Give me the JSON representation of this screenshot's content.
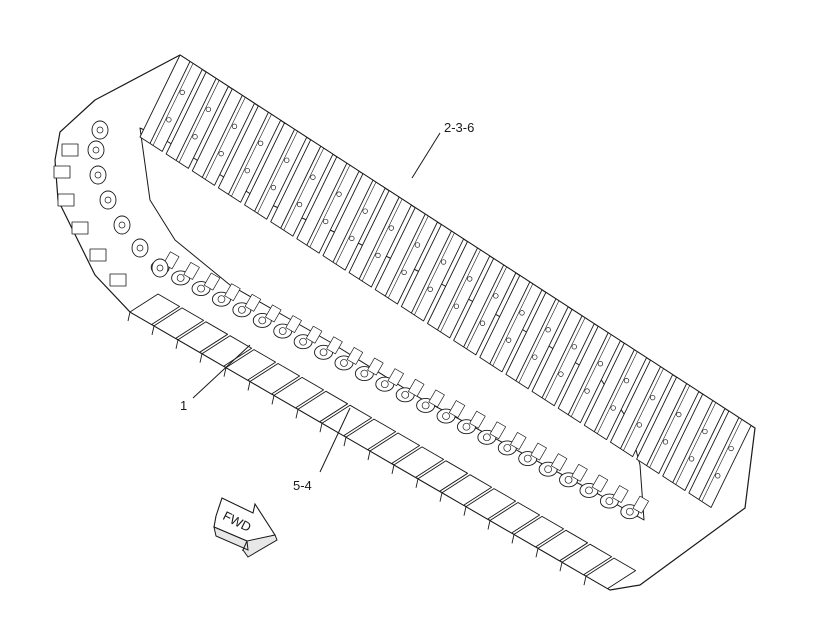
{
  "diagram": {
    "callouts": [
      {
        "id": "callout-1",
        "label": "1"
      },
      {
        "id": "callout-2-3-6",
        "label": "2-3-6"
      },
      {
        "id": "callout-5-4",
        "label": "5-4"
      }
    ],
    "direction_arrow": {
      "label": "FWD"
    },
    "colors": {
      "line": "#1a1a1a",
      "fill": "#ffffff"
    }
  }
}
